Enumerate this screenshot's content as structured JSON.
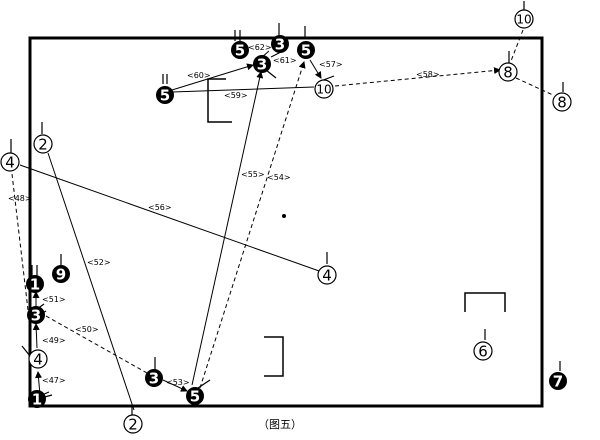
{
  "caption": "（图五）",
  "steps": {
    "s47": "<47>",
    "s48": "<48>",
    "s49": "<49>",
    "s50": "<50>",
    "s51": "<51>",
    "s52": "<52>",
    "s53": "<53>",
    "s54": "<54>",
    "s55": "<55>",
    "s56": "<56>",
    "s57": "<57>",
    "s58": "<58>",
    "s59": "<59>",
    "s60": "<60>",
    "s61": "<61>",
    "s62": "<62>"
  },
  "players": {
    "p1a": "1",
    "p1b": "1",
    "p2a": "2",
    "p2b": "2",
    "p3a": "3",
    "p3b": "3",
    "p3c": "3",
    "p4a": "4",
    "p4b": "4",
    "p4c": "4",
    "p5a": "5",
    "p5b": "5",
    "p5c": "5",
    "p5d": "5",
    "p6": "6",
    "p7": "7",
    "p8a": "8",
    "p8b": "8",
    "p9": "9",
    "p10a": "10",
    "p10b": "10"
  },
  "colors": {
    "line": "#000000",
    "own_team_fill": "#000000",
    "opponent_fill": "#ffffff"
  }
}
